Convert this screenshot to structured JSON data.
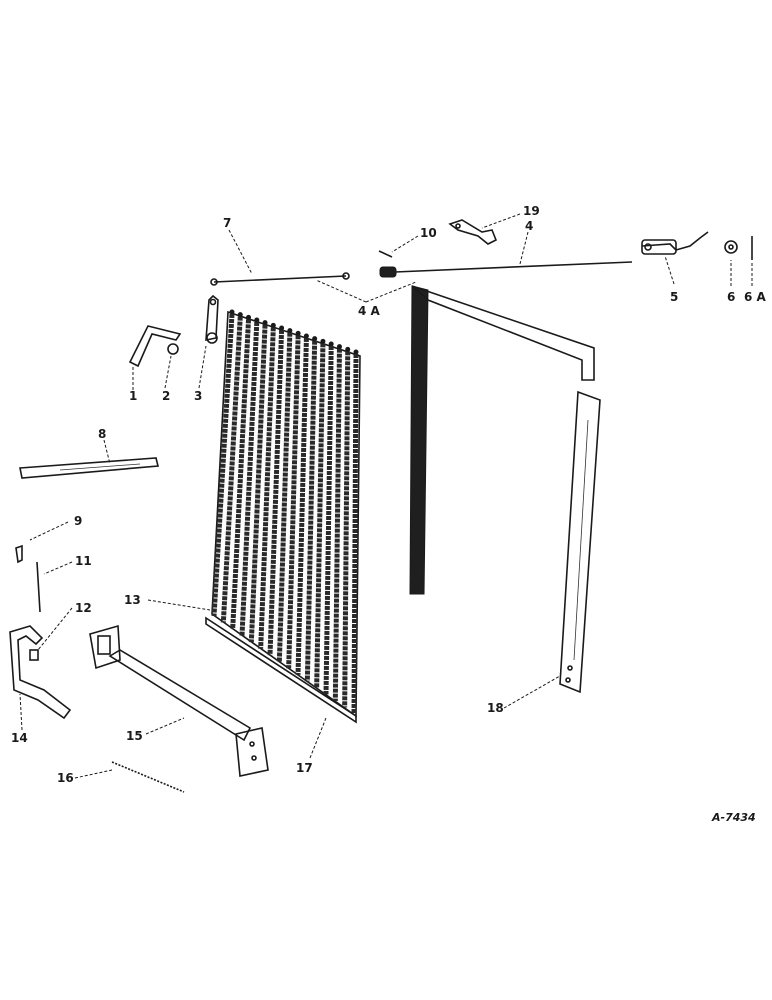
{
  "figure": {
    "id_label": "A-7434"
  },
  "callouts": [
    {
      "key": "c1",
      "text": "1"
    },
    {
      "key": "c2",
      "text": "2"
    },
    {
      "key": "c3",
      "text": "3"
    },
    {
      "key": "c4",
      "text": "4"
    },
    {
      "key": "c4a",
      "text": "4 A"
    },
    {
      "key": "c5",
      "text": "5"
    },
    {
      "key": "c6",
      "text": "6"
    },
    {
      "key": "c6a",
      "text": "6 A"
    },
    {
      "key": "c7",
      "text": "7"
    },
    {
      "key": "c8",
      "text": "8"
    },
    {
      "key": "c9",
      "text": "9"
    },
    {
      "key": "c10",
      "text": "10"
    },
    {
      "key": "c11",
      "text": "11"
    },
    {
      "key": "c12",
      "text": "12"
    },
    {
      "key": "c13",
      "text": "13"
    },
    {
      "key": "c14",
      "text": "14"
    },
    {
      "key": "c15",
      "text": "15"
    },
    {
      "key": "c16",
      "text": "16"
    },
    {
      "key": "c17",
      "text": "17"
    },
    {
      "key": "c18",
      "text": "18"
    },
    {
      "key": "c19",
      "text": "19"
    }
  ],
  "colors": {
    "ink": "#1a1a1a",
    "paper": "#ffffff"
  }
}
